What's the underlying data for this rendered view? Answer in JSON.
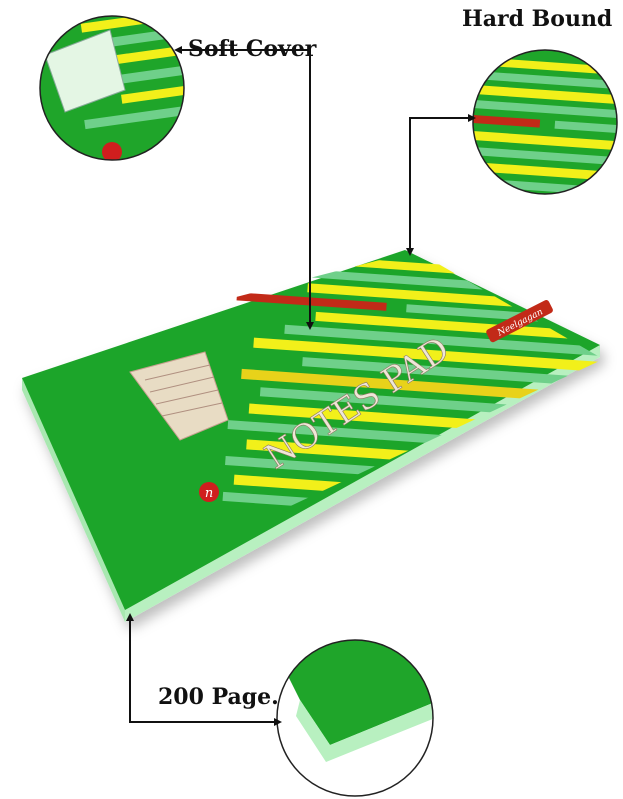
{
  "labels": {
    "soft_cover": "Soft Cover",
    "hard_bound": "Hard Bound",
    "pages": "200 Page."
  },
  "product": {
    "title": "NOTES PAD",
    "brand": "Neelgagan",
    "logo_letter": "n"
  },
  "colors": {
    "cover_green": "#1fa52a",
    "stripe_yellow": "#f2f01a",
    "stripe_mint": "#6fd08a",
    "stripe_red": "#c22a18",
    "page_edge": "#b8f0c0"
  }
}
